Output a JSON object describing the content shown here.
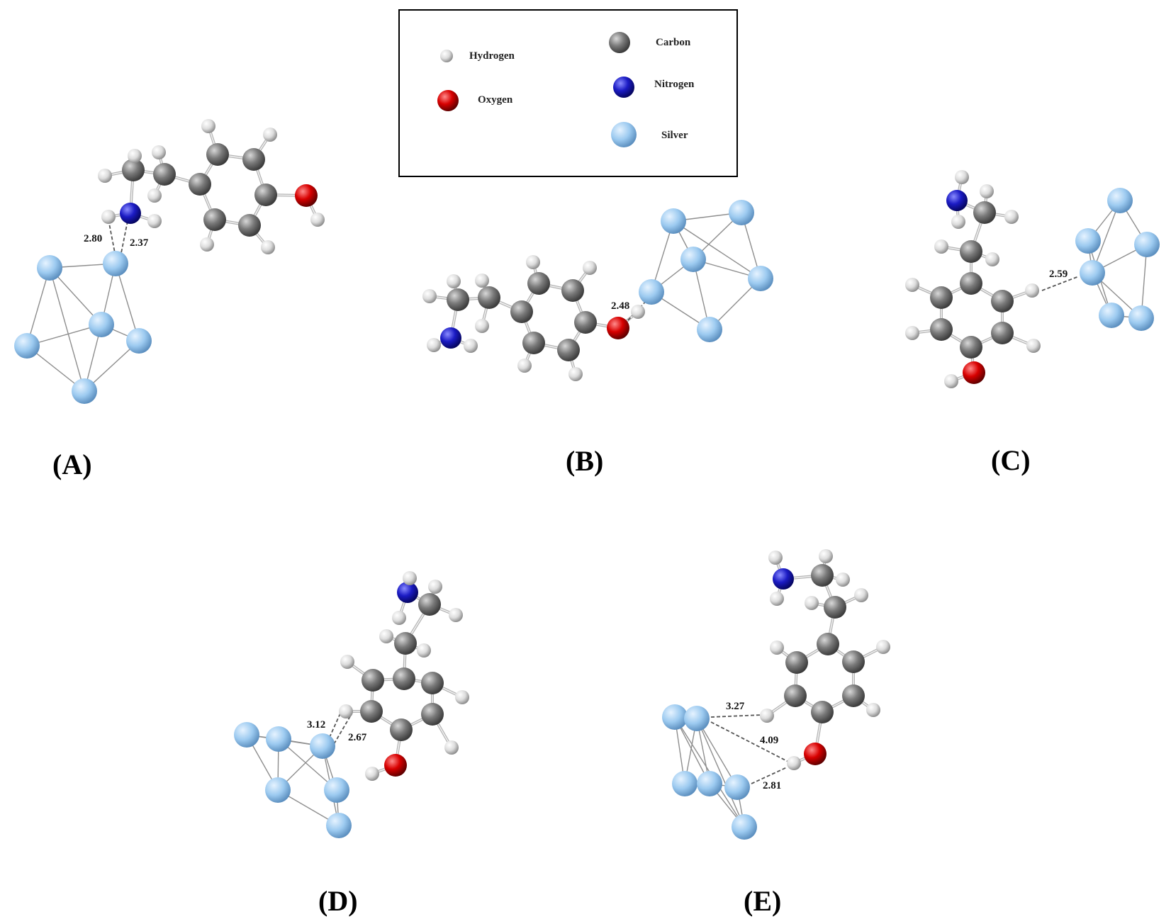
{
  "legend": {
    "items": [
      {
        "label": "Hydrogen",
        "element": "H",
        "color": "#e8e8e8"
      },
      {
        "label": "Oxygen",
        "element": "O",
        "color": "#cc0000"
      },
      {
        "label": "Carbon",
        "element": "C",
        "color": "#6e6e6e"
      },
      {
        "label": "Nitrogen",
        "element": "N",
        "color": "#1010b8"
      },
      {
        "label": "Silver",
        "element": "Ag",
        "color": "#9cc9ee"
      }
    ]
  },
  "panels": [
    {
      "label": "(A)",
      "distances": [
        "2.80",
        "2.37"
      ]
    },
    {
      "label": "(B)",
      "distances": [
        "2.48"
      ]
    },
    {
      "label": "(C)",
      "distances": [
        "2.59"
      ]
    },
    {
      "label": "(D)",
      "distances": [
        "3.12",
        "2.67"
      ]
    },
    {
      "label": "(E)",
      "distances": [
        "3.27",
        "4.09",
        "2.81"
      ]
    }
  ]
}
